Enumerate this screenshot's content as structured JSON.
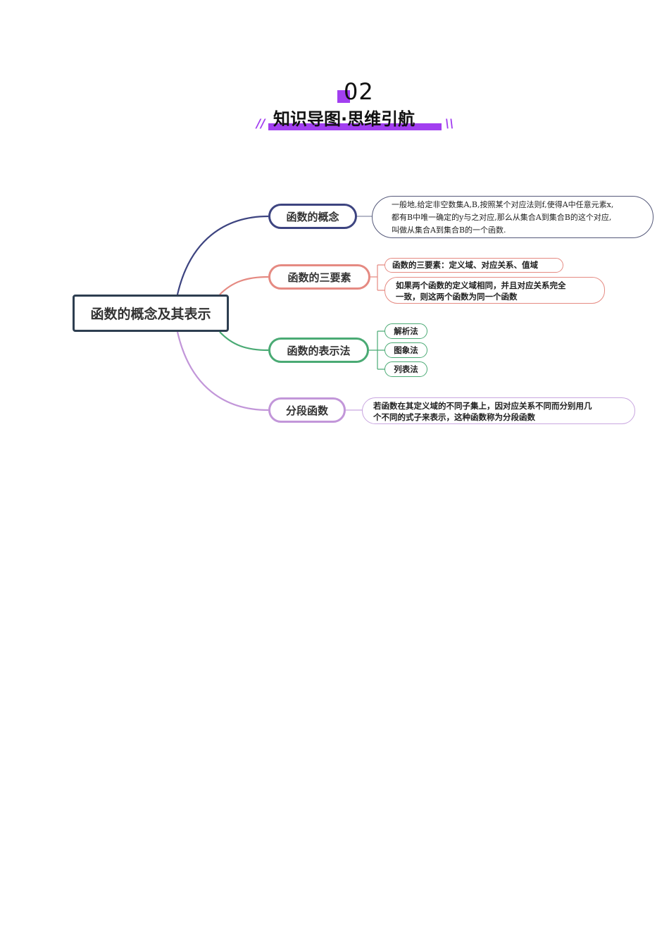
{
  "header": {
    "number": "02",
    "title": "知识导图·思维引航",
    "slash_left": "//",
    "slash_right": "\\\\",
    "accent_color": "#a23ff0"
  },
  "mindmap": {
    "root": {
      "label": "函数的概念及其表示",
      "border_color": "#2d3e50"
    },
    "branches": [
      {
        "label": "函数的概念",
        "color": "#3d4480",
        "children": [
          {
            "lines": [
              "一般地,给定非空数集A,B,按照某个对应法则f,使得A中任意元素x,",
              "都有B中唯一确定的y与之对应,那么从集合A到集合B的这个对应,",
              "叫做从集合A到集合B的一个函数."
            ]
          }
        ]
      },
      {
        "label": "函数的三要素",
        "color": "#e58a82",
        "children": [
          {
            "text": "函数的三要素：定义域、对应关系、值域"
          },
          {
            "lines": [
              "如果两个函数的定义域相同，并且对应关系完全",
              "一致，则这两个函数为同一个函数"
            ]
          }
        ]
      },
      {
        "label": "函数的表示法",
        "color": "#4aaa74",
        "children": [
          {
            "text": "解析法"
          },
          {
            "text": "图象法"
          },
          {
            "text": "列表法"
          }
        ]
      },
      {
        "label": "分段函数",
        "color": "#c296d9",
        "children": [
          {
            "lines": [
              "若函数在其定义域的不同子集上，因对应关系不同而分别用几",
              "个不同的式子来表示，这种函数称为分段函数"
            ]
          }
        ]
      }
    ]
  }
}
